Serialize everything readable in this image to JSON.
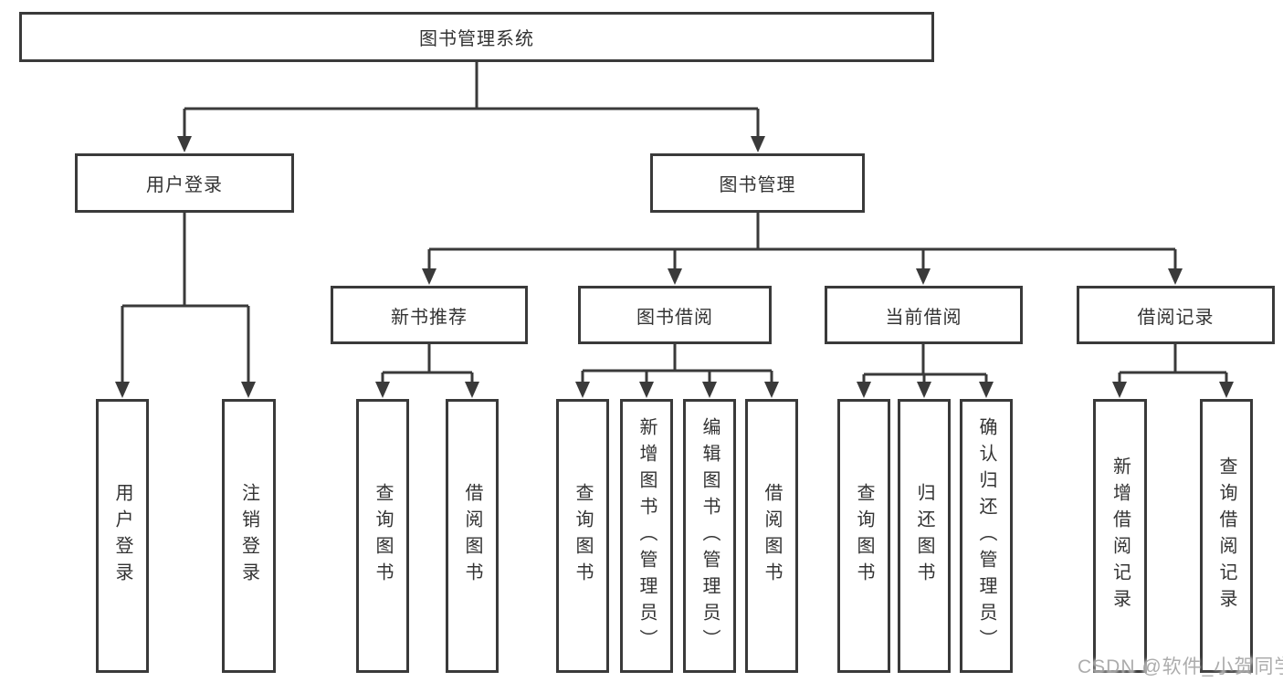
{
  "diagram": {
    "root": {
      "label": "图书管理系统"
    },
    "branches": [
      {
        "label": "用户登录",
        "children": [
          {
            "label": "用户登录"
          },
          {
            "label": "注销登录"
          }
        ]
      },
      {
        "label": "图书管理",
        "children": [
          {
            "label": "新书推荐",
            "children": [
              {
                "label": "查询图书"
              },
              {
                "label": "借阅图书"
              }
            ]
          },
          {
            "label": "图书借阅",
            "children": [
              {
                "label": "查询图书"
              },
              {
                "label": "新增图书（管理员）"
              },
              {
                "label": "编辑图书（管理员）"
              },
              {
                "label": "借阅图书"
              }
            ]
          },
          {
            "label": "当前借阅",
            "children": [
              {
                "label": "查询图书"
              },
              {
                "label": "归还图书"
              },
              {
                "label": "确认归还（管理员）"
              }
            ]
          },
          {
            "label": "借阅记录",
            "children": [
              {
                "label": "新增借阅记录"
              },
              {
                "label": "查询借阅记录"
              }
            ]
          }
        ]
      }
    ]
  },
  "watermark": {
    "text": "CSDN @软件_小贺同学"
  },
  "colors": {
    "line": "#3a3a3a",
    "border": "#3a3a3a",
    "text": "#333333",
    "box_fill": "#ffffff",
    "watermark": "#9e9e9e"
  }
}
